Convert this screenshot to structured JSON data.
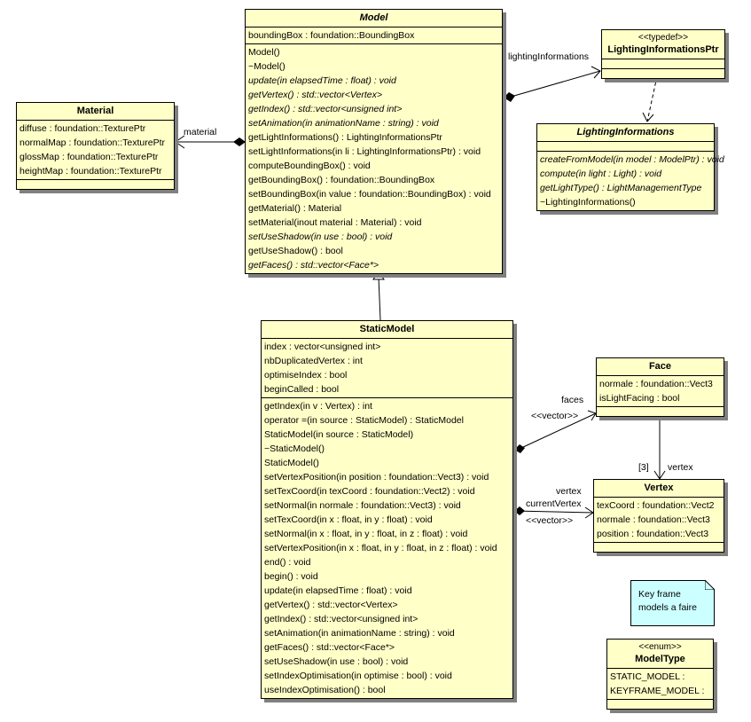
{
  "classes": {
    "model": {
      "name": "Model",
      "attributes": [
        "boundingBox : foundation::BoundingBox"
      ],
      "operations": [
        {
          "text": "Model()",
          "italic": false
        },
        {
          "text": "~Model()",
          "italic": false
        },
        {
          "text": "update(in elapsedTime : float) : void",
          "italic": true
        },
        {
          "text": "getVertex() : std::vector<Vertex>",
          "italic": true
        },
        {
          "text": "getIndex() : std::vector<unsigned int>",
          "italic": true
        },
        {
          "text": "setAnimation(in animationName : string) : void",
          "italic": true
        },
        {
          "text": "getLightInformations() : LightingInformationsPtr",
          "italic": false
        },
        {
          "text": "setLightInformations(in li : LightingInformationsPtr) : void",
          "italic": false
        },
        {
          "text": "computeBoundingBox() : void",
          "italic": false
        },
        {
          "text": "getBoundingBox() : foundation::BoundingBox",
          "italic": false
        },
        {
          "text": "setBoundingBox(in value : foundation::BoundingBox) : void",
          "italic": false
        },
        {
          "text": "getMaterial() : Material",
          "italic": false
        },
        {
          "text": "setMaterial(inout material : Material) : void",
          "italic": false
        },
        {
          "text": "setUseShadow(in use : bool) : void",
          "italic": true
        },
        {
          "text": "getUseShadow() : bool",
          "italic": false
        },
        {
          "text": "getFaces() : std::vector<Face*>",
          "italic": true
        }
      ]
    },
    "material": {
      "name": "Material",
      "attributes": [
        "diffuse : foundation::TexturePtr",
        "normalMap : foundation::TexturePtr",
        "glossMap : foundation::TexturePtr",
        "heightMap : foundation::TexturePtr"
      ]
    },
    "lighting_informations_ptr": {
      "stereotype": "<<typedef>>",
      "name": "LightingInformationsPtr"
    },
    "lighting_informations": {
      "name": "LightingInformations",
      "operations": [
        {
          "text": "createFromModel(in model : ModelPtr) : void",
          "italic": true
        },
        {
          "text": "compute(in light : Light) : void",
          "italic": true
        },
        {
          "text": "getLightType() : LightManagementType",
          "italic": true
        },
        {
          "text": "~LightingInformations()",
          "italic": false
        }
      ]
    },
    "static_model": {
      "name": "StaticModel",
      "attributes": [
        "index : vector<unsigned int>",
        "nbDuplicatedVertex : int",
        "optimiseIndex : bool",
        "beginCalled : bool"
      ],
      "operations": [
        "getIndex(in v : Vertex) : int",
        "operator =(in source : StaticModel) : StaticModel",
        "StaticModel(in source : StaticModel)",
        "~StaticModel()",
        "StaticModel()",
        "setVertexPosition(in position : foundation::Vect3) : void",
        "setTexCoord(in texCoord : foundation::Vect2) : void",
        "setNormal(in normale : foundation::Vect3) : void",
        "setTexCoord(in x : float, in y : float) : void",
        "setNormal(in x : float, in y : float, in z : float) : void",
        "setVertexPosition(in x : float, in y : float, in z : float) : void",
        "end() : void",
        "begin() : void",
        "update(in elapsedTime : float) : void",
        "getVertex() : std::vector<Vertex>",
        "getIndex() : std::vector<unsigned int>",
        "setAnimation(in animationName : string) : void",
        "getFaces() : std::vector<Face*>",
        "setUseShadow(in use : bool) : void",
        "setIndexOptimisation(in optimise : bool) : void",
        "useIndexOptimisation() : bool"
      ]
    },
    "face": {
      "name": "Face",
      "attributes": [
        "normale : foundation::Vect3",
        "isLightFacing : bool"
      ]
    },
    "vertex": {
      "name": "Vertex",
      "attributes": [
        "texCoord : foundation::Vect2",
        "normale : foundation::Vect3",
        "position : foundation::Vect3"
      ]
    },
    "model_type": {
      "stereotype": "<<enum>>",
      "name": "ModelType",
      "attributes": [
        "STATIC_MODEL :",
        "KEYFRAME_MODEL :"
      ]
    }
  },
  "note": {
    "lines": [
      "Key frame",
      "models a faire"
    ]
  },
  "associations": {
    "material": {
      "role": "material"
    },
    "lighting": {
      "role": "lightingInformations"
    },
    "faces": {
      "role": "faces",
      "stereotype": "<<vector>>"
    },
    "face_vertex": {
      "multiplicity": "[3]",
      "role": "vertex"
    },
    "vertex": {
      "role1": "vertex",
      "role2": "currentVertex",
      "stereotype": "<<vector>>"
    }
  },
  "colors": {
    "class_fill": "#ffffc8",
    "note_fill": "#ccffff",
    "shadow": "#808080"
  }
}
